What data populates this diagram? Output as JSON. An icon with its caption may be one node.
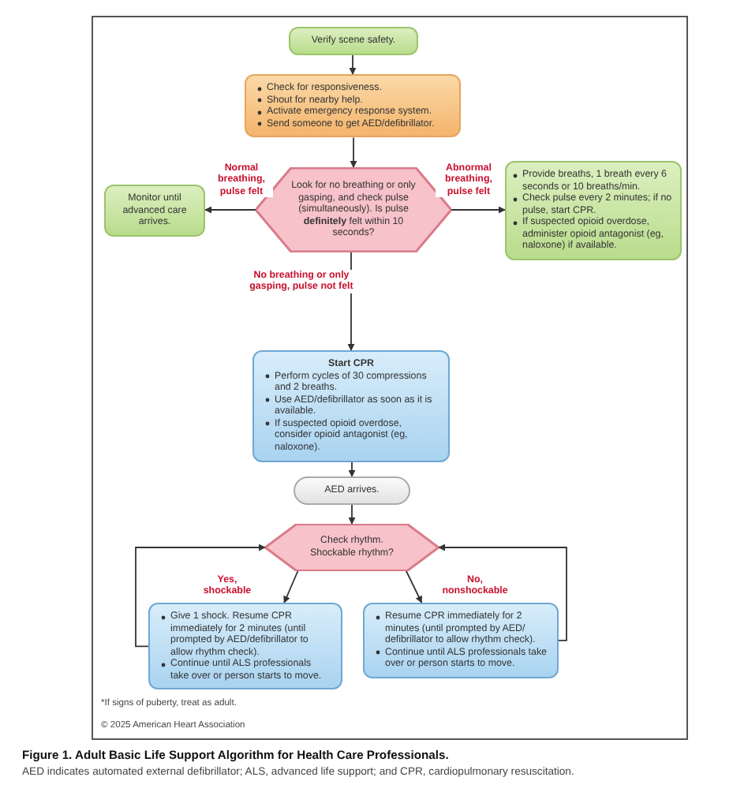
{
  "diagram": {
    "title": "Figure 1. Adult Basic Life Support Algorithm for Health Care Professionals.",
    "caption": "AED indicates automated external defibrillator; ALS, advanced life support; and CPR, cardiopulmonary resuscitation.",
    "nodes": [
      {
        "text": [
          "Verify scene safety."
        ]
      },
      {
        "text": [
          "Check for responsiveness.",
          "Shout for nearby help.",
          "Activate emergency response system.",
          "Send someone to get AED/defibrillator."
        ]
      },
      {
        "text": [
          "Look for no breathing or only gasping, and check pulse (simultaneously). Is pulse **definitely** felt within 10 seconds?"
        ]
      },
      {
        "text": [
          "Monitor until advanced care arrives."
        ]
      },
      {
        "text": [
          "Provide breaths, 1 breath every 6 seconds or 10 breaths/min.",
          "Check pulse every 2 minutes; if no pulse, start CPR.",
          "If suspected opioid overdose, administer opioid antagonist (eg, naloxone) if available."
        ]
      },
      {
        "text": [
          "Start CPR",
          "Perform cycles of 30 compressions and 2 breaths.",
          "Use AED/defibrillator as soon as it is available.",
          "If suspected opioid overdose, consider opioid antagonist (eg, naloxone)."
        ]
      },
      {
        "text": [
          "AED arrives."
        ]
      },
      {
        "text": [
          "Check rhythm. Shockable rhythm?"
        ]
      },
      {
        "text": [
          "Give 1 shock. Resume CPR immediately for 2 minutes (until prompted by AED/defibrillator to allow rhythm check).",
          "Continue until ALS professionals take over or person starts to move."
        ]
      },
      {
        "text": [
          "Resume CPR immediately for 2 minutes (until prompted by AED/ defibrillator to allow rhythm check).",
          "Continue until ALS professionals take over or person starts to move."
        ]
      }
    ],
    "edges": [
      {
        "from": 0,
        "to": 1,
        "arrow": "to"
      },
      {
        "from": 1,
        "to": 2,
        "arrow": "to"
      },
      {
        "from": 2,
        "to": 3,
        "arrow": "to",
        "label": "Normal breathing, pulse felt"
      },
      {
        "from": 2,
        "to": 4,
        "arrow": "to",
        "label": "Abnormal breathing, pulse felt"
      },
      {
        "from": 2,
        "to": 5,
        "arrow": "to",
        "label": "No breathing or only gasping, pulse not felt"
      },
      {
        "from": 5,
        "to": 6,
        "arrow": "to"
      },
      {
        "from": 6,
        "to": 7,
        "arrow": "to"
      },
      {
        "from": 7,
        "to": 8,
        "arrow": "to",
        "label": "Yes, shockable"
      },
      {
        "from": 7,
        "to": 9,
        "arrow": "to",
        "label": "No, nonshockable"
      },
      {
        "from": 8,
        "to": 7,
        "arrow": "to"
      },
      {
        "from": 9,
        "to": 7,
        "arrow": "to"
      }
    ],
    "labels": [
      "*If signs of puberty, treat as adult.",
      "© 2025 American Heart Association"
    ]
  }
}
